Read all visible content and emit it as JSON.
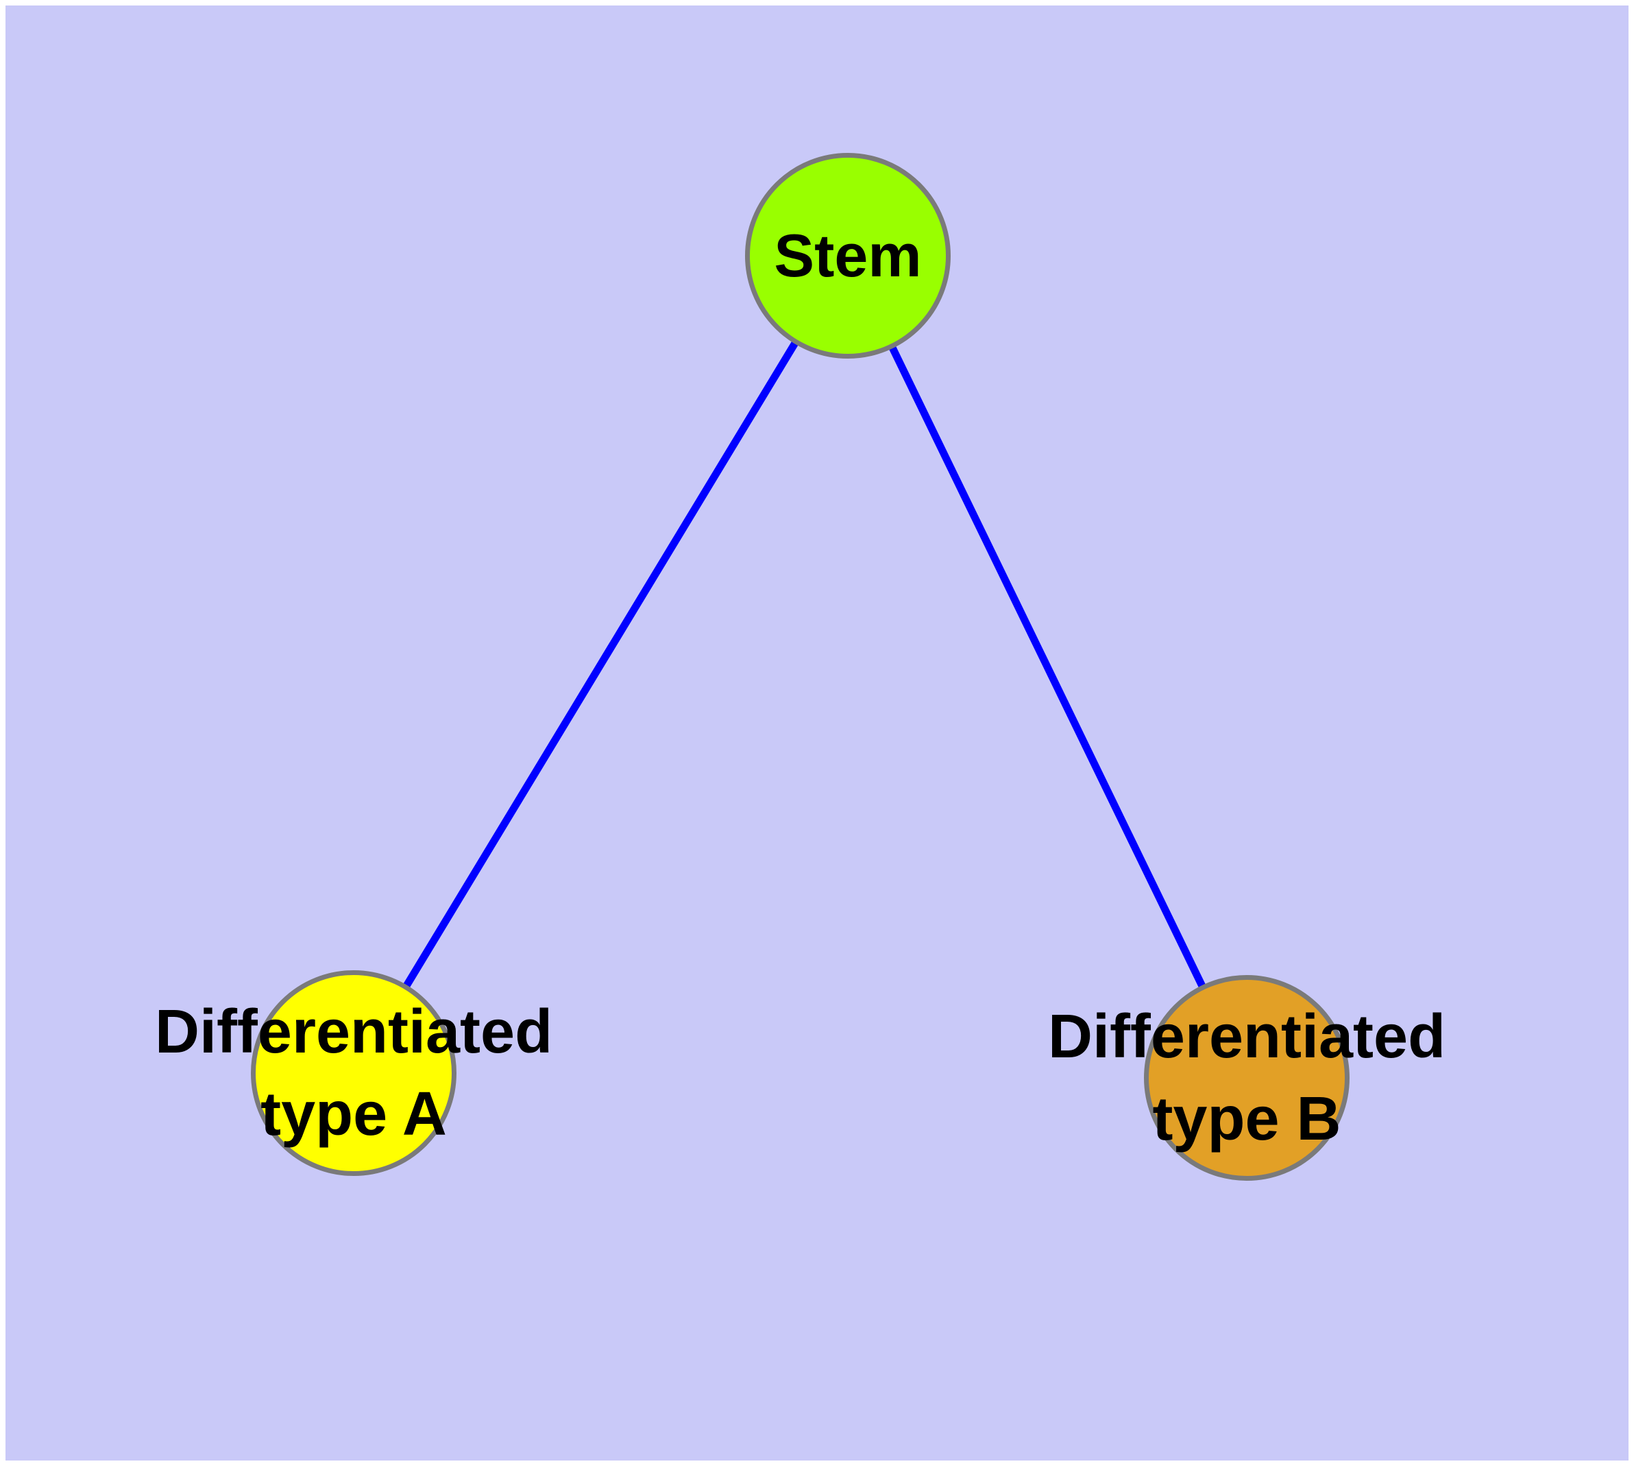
{
  "diagram": {
    "colors": {
      "margin": "#FFFFFF",
      "background": "#C9C9F8",
      "node_border": "#7A7A7A",
      "edge": "#0000FF",
      "text": "#000000"
    },
    "nodes": [
      {
        "id": "stem",
        "label": "Stem",
        "fill": "#99FF00"
      },
      {
        "id": "diff-a",
        "line1": "Differentiated",
        "line2": "type A",
        "fill": "#FFFF00"
      },
      {
        "id": "diff-b",
        "line1": "Differentiated",
        "line2": "type B",
        "fill": "#E2A026"
      }
    ],
    "edges": [
      {
        "from": "stem",
        "to": "diff-a",
        "color": "#0000FF"
      },
      {
        "from": "stem",
        "to": "diff-b",
        "color": "#0000FF"
      }
    ]
  }
}
